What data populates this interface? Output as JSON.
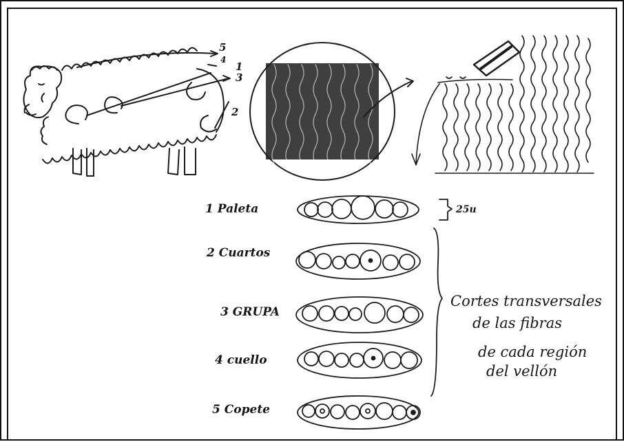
{
  "sheep_region_numbers": [
    "5",
    "4",
    "1",
    "3",
    "2"
  ],
  "rows": [
    {
      "label": "1 Paleta"
    },
    {
      "label": "2 Cuartos"
    },
    {
      "label": "3 GRUPA"
    },
    {
      "label": "4 cuello"
    },
    {
      "label": "5 Copete"
    }
  ],
  "scale_label": "25u",
  "caption_lines": [
    "Cortes transversales",
    "de las fibras",
    "de cada región",
    "del vellón"
  ]
}
